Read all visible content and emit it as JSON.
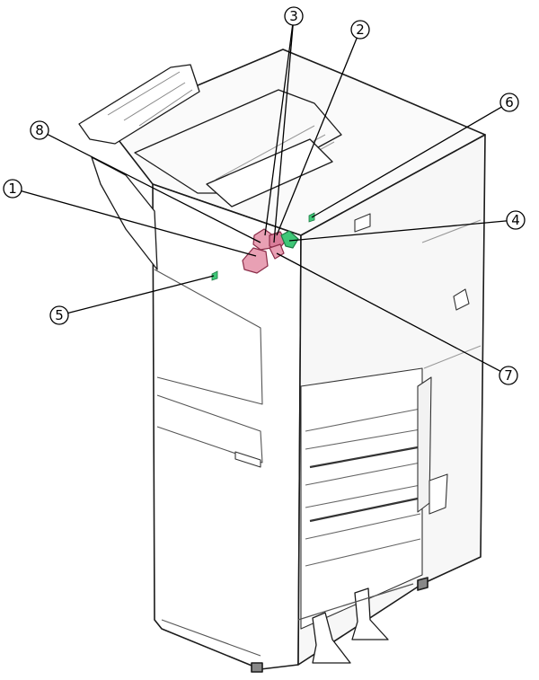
{
  "callouts": [
    {
      "id": "c1",
      "label": "1"
    },
    {
      "id": "c2",
      "label": "2"
    },
    {
      "id": "c3",
      "label": "3"
    },
    {
      "id": "c4",
      "label": "4"
    },
    {
      "id": "c5",
      "label": "5"
    },
    {
      "id": "c6",
      "label": "6"
    },
    {
      "id": "c7",
      "label": "7"
    },
    {
      "id": "c8",
      "label": "8"
    }
  ],
  "colors": {
    "outline": "#1a1a1a",
    "body_fill": "#ffffff",
    "panel_fill": "#f7f7f7",
    "highlight_part": "#e8a0b4",
    "highlight_part_dark": "#c8607e",
    "highlight_green": "#3fc777",
    "leader": "#000000"
  }
}
